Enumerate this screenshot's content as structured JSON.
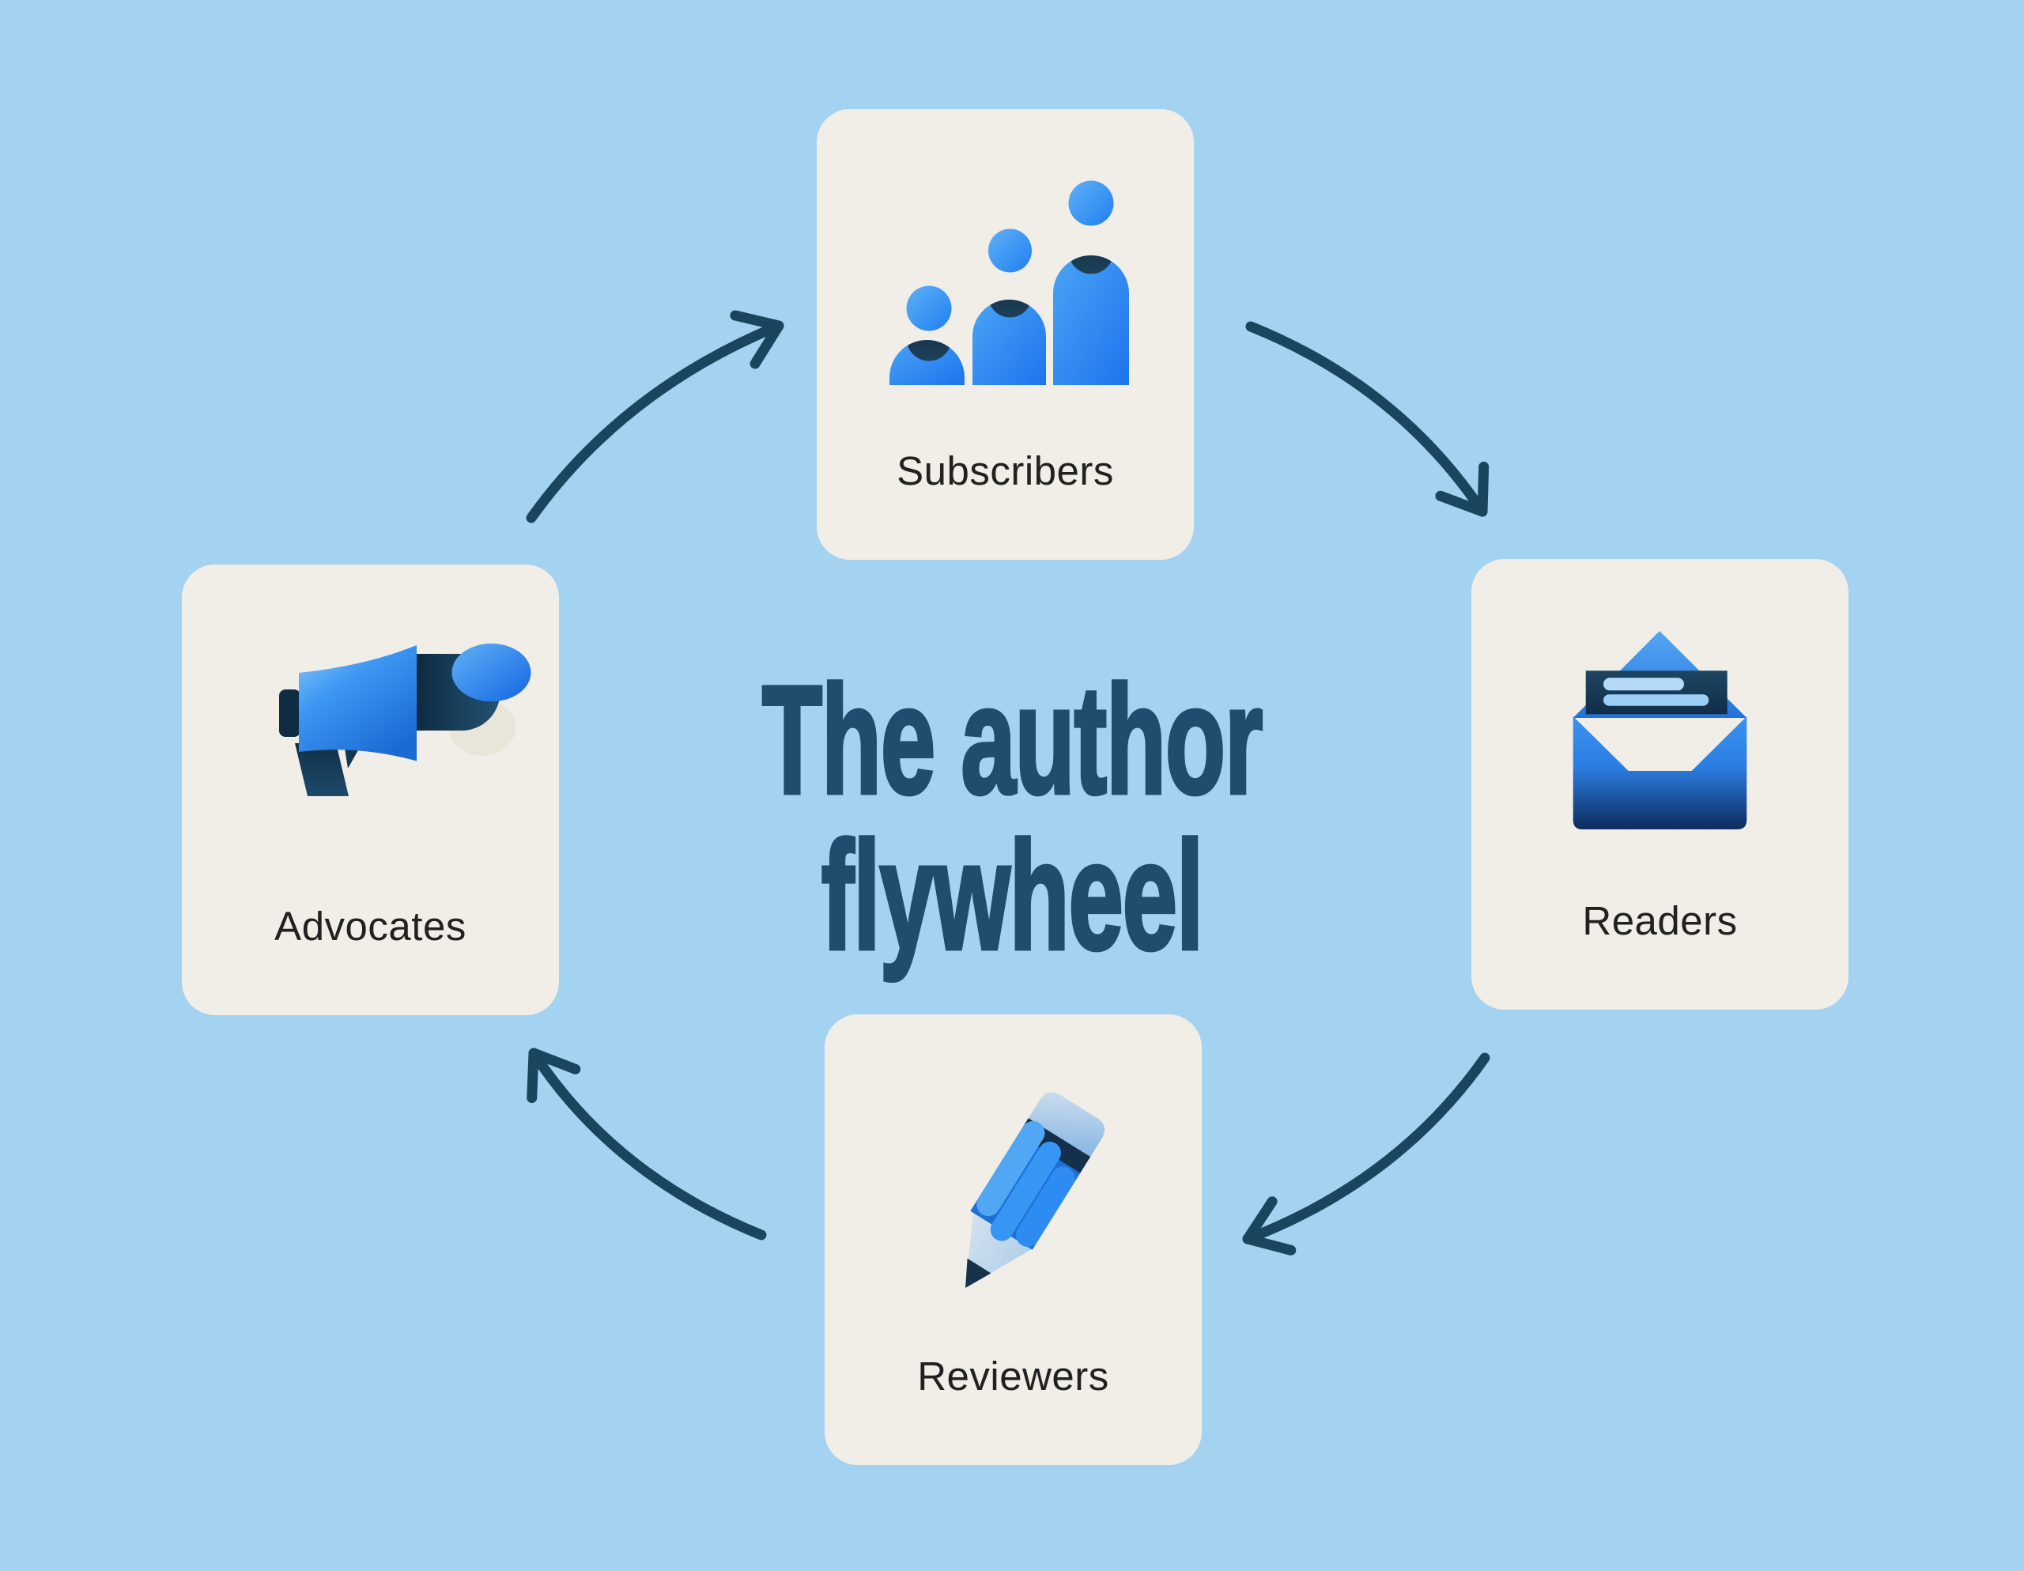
{
  "title": {
    "line1": "The author",
    "line2": "flywheel"
  },
  "nodes": [
    {
      "id": "subscribers",
      "label": "Subscribers",
      "icon": "growing-people-icon"
    },
    {
      "id": "readers",
      "label": "Readers",
      "icon": "open-envelope-icon"
    },
    {
      "id": "reviewers",
      "label": "Reviewers",
      "icon": "pencil-icon"
    },
    {
      "id": "advocates",
      "label": "Advocates",
      "icon": "megaphone-icon"
    }
  ],
  "arrows": [
    {
      "from": "Advocates",
      "to": "Subscribers"
    },
    {
      "from": "Subscribers",
      "to": "Readers"
    },
    {
      "from": "Readers",
      "to": "Reviewers"
    },
    {
      "from": "Reviewers",
      "to": "Advocates"
    }
  ],
  "flow_direction": "clockwise",
  "colors": {
    "background": "#a4d3f2",
    "card": "#f1eee7",
    "title": "#1e4d6d",
    "label": "#212121",
    "arrow": "#1a455f",
    "icon_blue": "#2f8ef2",
    "icon_blue_light": "#7fc0f7",
    "icon_blue_deep": "#1565e8",
    "icon_navy": "#15374e",
    "icon_indigo": "#0d2b5c",
    "icon_pale_blue": "#b5d9f7",
    "icon_cream": "#eae5d9"
  }
}
